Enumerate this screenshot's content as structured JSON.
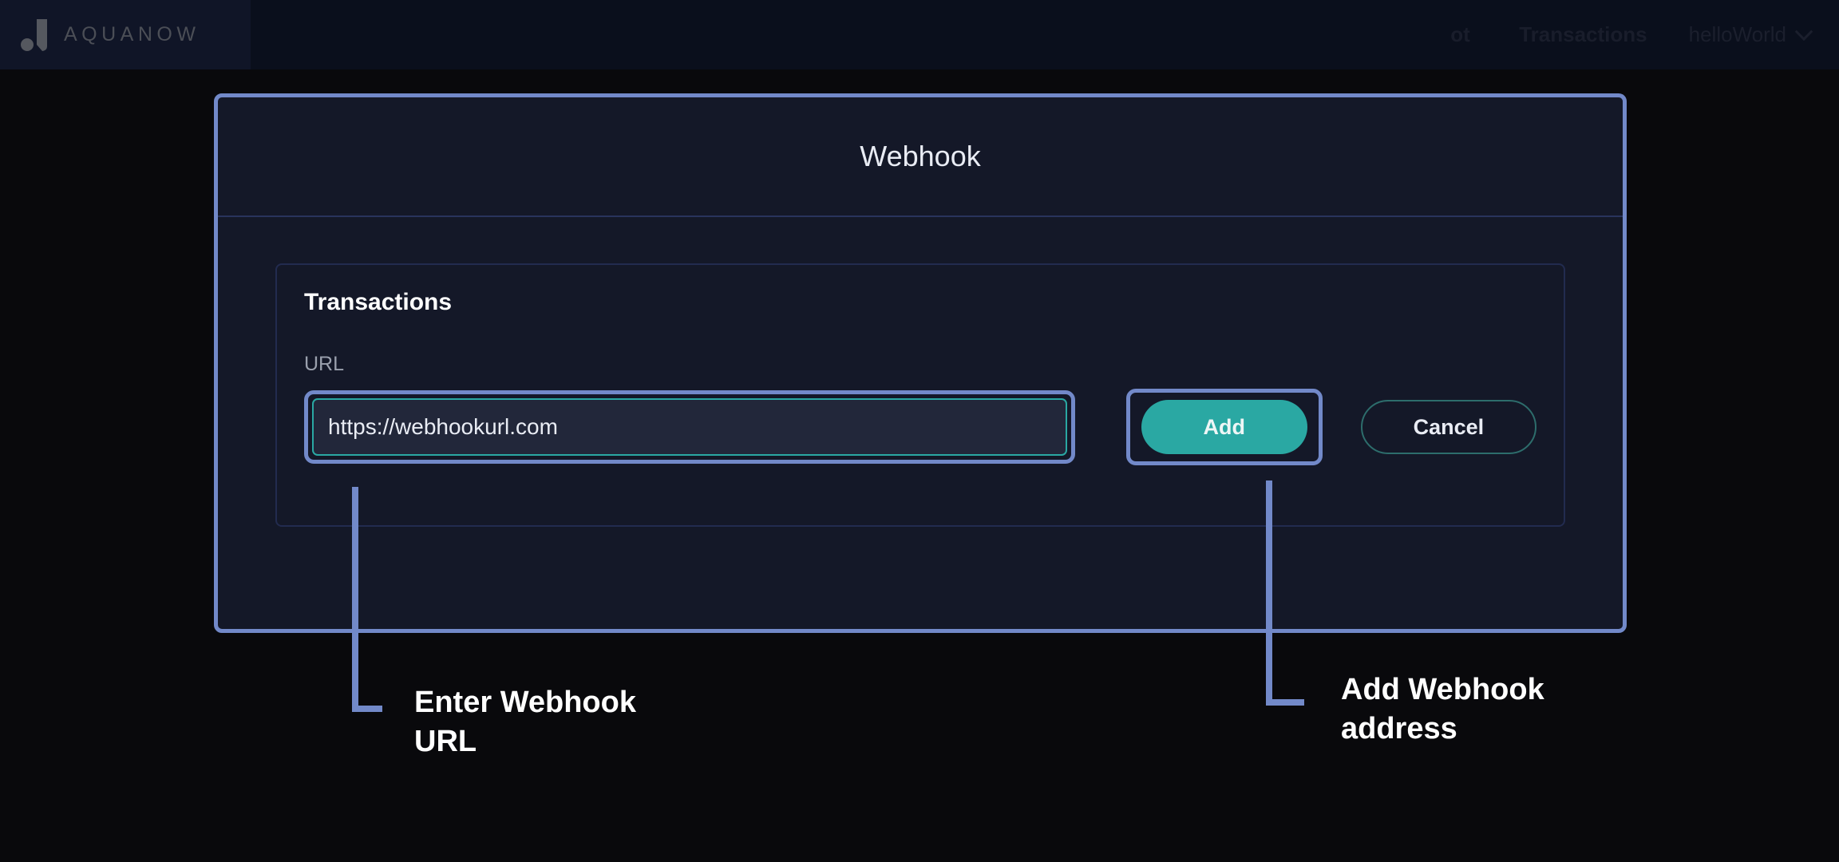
{
  "topbar": {
    "brand": {
      "logo_icon": "aquanow-logo-icon",
      "wordmark": "AQUANOW"
    },
    "nav_items": [
      {
        "label": "ot",
        "truncated": true
      },
      {
        "label": "Transactions",
        "truncated": false
      }
    ],
    "user_menu": {
      "label": "helloWorld",
      "chevron_icon": "chevron-down-icon"
    }
  },
  "modal": {
    "title": "Webhook",
    "card": {
      "title": "Transactions",
      "url_field": {
        "label": "URL",
        "value": "https://webhookurl.com",
        "placeholder": "https://"
      },
      "buttons": {
        "add_label": "Add",
        "cancel_label": "Cancel"
      }
    }
  },
  "annotations": [
    {
      "id": "enter-url",
      "text": "Enter Webhook\nURL",
      "target": "url-input"
    },
    {
      "id": "add-webhook",
      "text": "Add Webhook\naddress",
      "target": "add-button"
    }
  ],
  "colors": {
    "page_background": "#09090c",
    "topbar_background": "#0a0f1c",
    "modal_background": "#141828",
    "highlight_blue": "#7289c9",
    "accent_teal": "#2aa8a3",
    "text_primary": "#e9ecf4",
    "text_muted": "#9aa0ad"
  }
}
